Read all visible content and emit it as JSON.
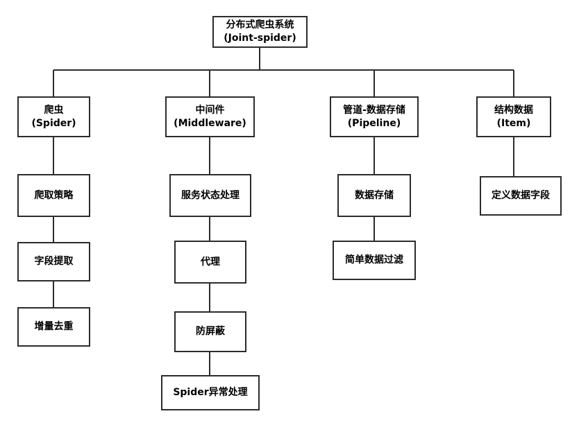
{
  "colors": {
    "border": "#2b2b2b",
    "line": "#2b2b2b",
    "text": "#000000",
    "background": "#ffffff"
  },
  "root": {
    "line1": "分布式爬虫系统",
    "line2": "(Joint-spider)"
  },
  "modules": [
    {
      "line1": "爬虫",
      "line2": "(Spider)",
      "children": [
        "爬取策略",
        "字段提取",
        "增量去重"
      ]
    },
    {
      "line1": "中间件",
      "line2": "(Middleware)",
      "children": [
        "服务状态处理",
        "代理",
        "防屏蔽",
        "Spider异常处理"
      ]
    },
    {
      "line1": "管道-数据存储",
      "line2": "(Pipeline)",
      "children": [
        "数据存储",
        "简单数据过滤"
      ]
    },
    {
      "line1": "结构数据",
      "line2": "(Item)",
      "children": [
        "定义数据字段"
      ]
    }
  ]
}
